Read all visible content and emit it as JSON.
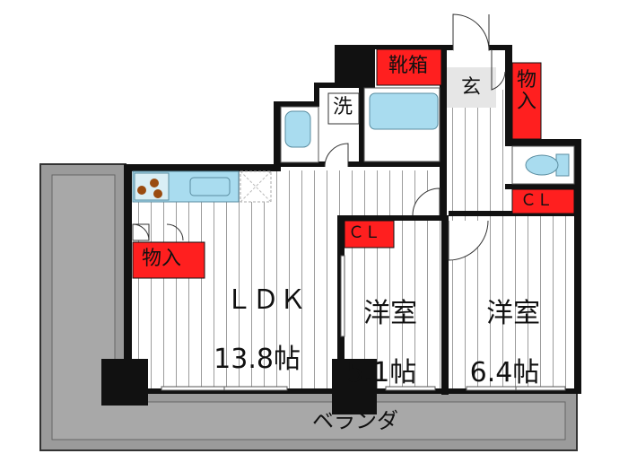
{
  "rooms": {
    "ldk": {
      "name": "ＬＤＫ",
      "size": "13.8帖"
    },
    "western1": {
      "name": "洋室",
      "size": "5.1帖"
    },
    "western2": {
      "name": "洋室",
      "size": "6.4帖"
    }
  },
  "labels": {
    "shoe_box": "靴箱",
    "entrance": "玄",
    "storage_top": "物入",
    "storage_ldk": "物入",
    "washroom": "洗",
    "closet_1": "ＣＬ",
    "closet_2": "ＣＬ",
    "balcony": "ベランダ"
  },
  "colors": {
    "wall": "#111111",
    "red": "#ff1f1f",
    "fixture": "#a9dcef",
    "balcony": "#9b9b9b",
    "entrance": "#e8e8e8"
  }
}
